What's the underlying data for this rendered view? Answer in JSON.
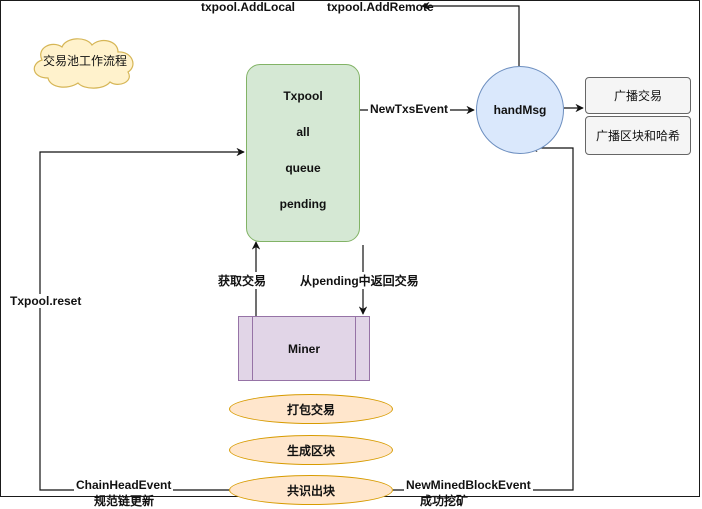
{
  "diagram": {
    "cloud_label": "交易池工作流程",
    "txpool": {
      "lines": [
        "Txpool",
        "all",
        "queue",
        "pending"
      ]
    },
    "handmsg": "handMsg",
    "broadcast_tx": "广播交易",
    "broadcast_block": "广播区块和哈希",
    "miner": "Miner",
    "steps": [
      "打包交易",
      "生成区块",
      "共识出块"
    ],
    "edges": {
      "add_local": "txpool.AddLocal",
      "add_remote": "txpool.AddRemote",
      "new_txs_event": "NewTxsEvent",
      "get_tx": "获取交易",
      "return_tx": "从pending中返回交易",
      "reset": "Txpool.reset",
      "chain_head": "ChainHeadEvent",
      "chain_head_sub": "规范链更新",
      "new_mined": "NewMinedBlockEvent",
      "new_mined_sub": "成功挖矿"
    }
  },
  "colors": {
    "txpool_fill": "#d5e8d4",
    "txpool_stroke": "#82b366",
    "handmsg_fill": "#dae8fc",
    "handmsg_stroke": "#6c8ebf",
    "miner_fill": "#e1d5e7",
    "miner_stroke": "#9673a6",
    "step_fill": "#ffe6cc",
    "step_stroke": "#d79b00",
    "cloud_fill": "#fff2cc",
    "cloud_stroke": "#d6b656"
  }
}
